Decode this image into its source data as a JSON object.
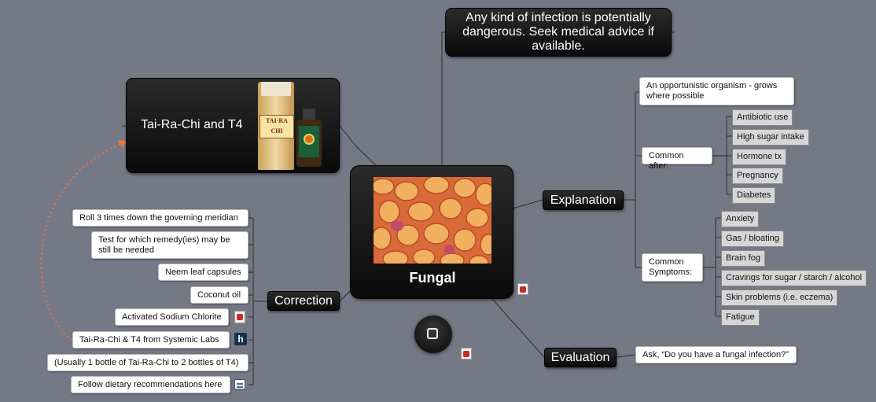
{
  "central": {
    "title": "Fungal"
  },
  "warning": {
    "text": "Any kind of infection is potentially dangerous. Seek medical advice if available."
  },
  "product": {
    "title": "Tai-Ra-Chi and T4",
    "bottle_label": "TAI·RA CHI"
  },
  "explanation": {
    "label": "Explanation",
    "definition": "An opportunistic organism - grows where possible",
    "common_after": {
      "label": "Common after:",
      "items": [
        "Antibiotic use",
        "High sugar intake",
        "Hormone tx",
        "Pregnancy",
        "Diabetes"
      ]
    },
    "common_symptoms": {
      "label": "Common Symptoms:",
      "items": [
        "Anxiety",
        "Gas / bloating",
        "Brain fog",
        "Cravings for sugar / starch / alcohol",
        "Skin problems (i.e. eczema)",
        "Fatigue"
      ]
    }
  },
  "evaluation": {
    "label": "Evaluation",
    "question": "Ask, “Do you have a fungal infection?”"
  },
  "correction": {
    "label": "Correction",
    "items": [
      "Roll 3 times down the governing meridian",
      "Test for which remedy(ies) may be still be needed",
      "Neem leaf capsules",
      "Coconut oil",
      "Activated Sodium Chlorite",
      "Tai-Ra-Chi & T4 from Systemic Labs",
      "(Usually 1 bottle of Tai-Ra-Chi to 2 bottles of T4)",
      "Follow dietary recommendations here"
    ]
  },
  "icons": [
    "pdf-icon",
    "link-icon",
    "document-icon",
    "square-button-icon"
  ],
  "colors": {
    "background": "#757885",
    "node_dark": "#111111",
    "connector": "#2e2e2e",
    "relationship_arrow": "#e07a3a"
  }
}
